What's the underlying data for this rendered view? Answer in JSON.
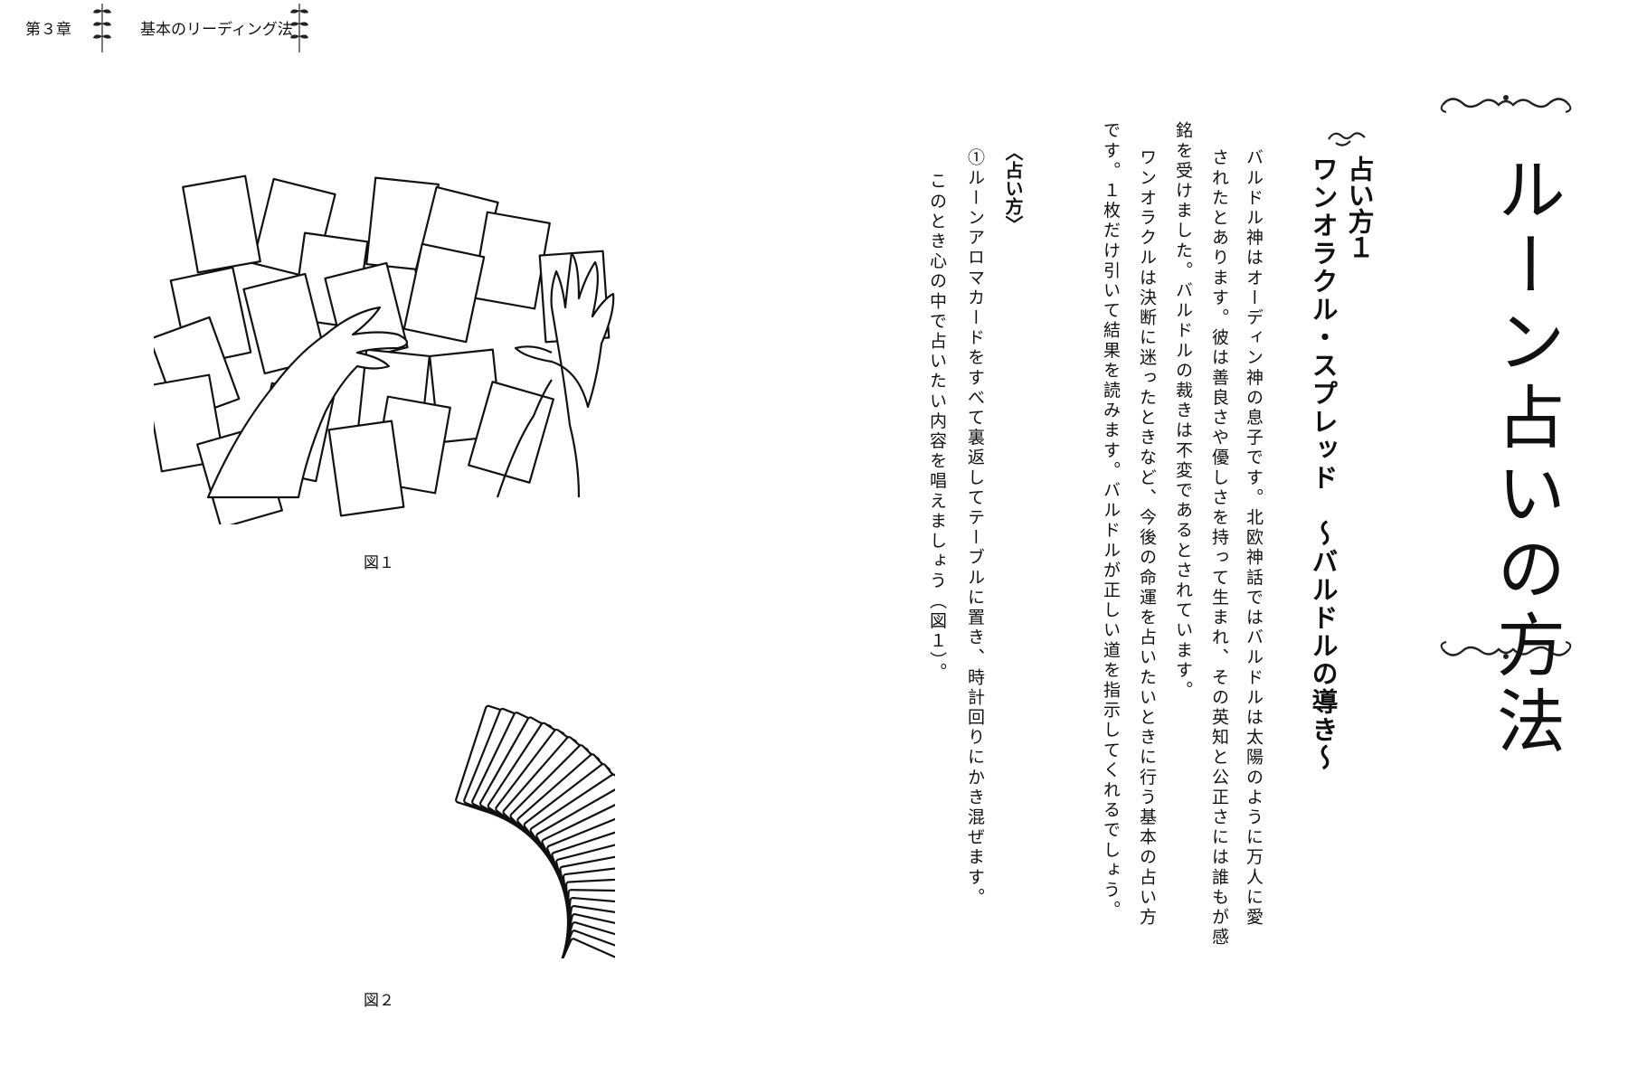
{
  "header": {
    "chapter": "第３章",
    "chapter_title": "基本のリーディング法"
  },
  "heading": {
    "title": "ルーン占いの方法"
  },
  "section": {
    "number_label": "占い方１",
    "title": "ワンオラクル・スプレッド　～バルドルの導き～"
  },
  "body": {
    "intro_lines": [
      "バルドル神はオーディン神の息子です。北欧神話ではバルドルは太陽のように万人に愛",
      "されたとあります。彼は善良さや優しさを持って生まれ、その英知と公正さには誰もが感",
      "銘を受けました。バルドルの裁きは不変であるとされています。",
      "ワンオラクルは決断に迷ったときなど、今後の命運を占いたいときに行う基本の占い方",
      "です。１枚だけ引いて結果を読みます。バルドルが正しい道を指示してくれるでしょう。"
    ],
    "howto_heading": "〈占い方〉",
    "howto_lines": [
      "①ルーンアロマカードをすべて裏返してテーブルに置き、時計回りにかき混ぜます。",
      "このとき心の中で占いたい内容を唱えましょう（図１）。"
    ]
  },
  "figures": {
    "fig1_caption": "図１",
    "fig2_caption": "図２"
  }
}
